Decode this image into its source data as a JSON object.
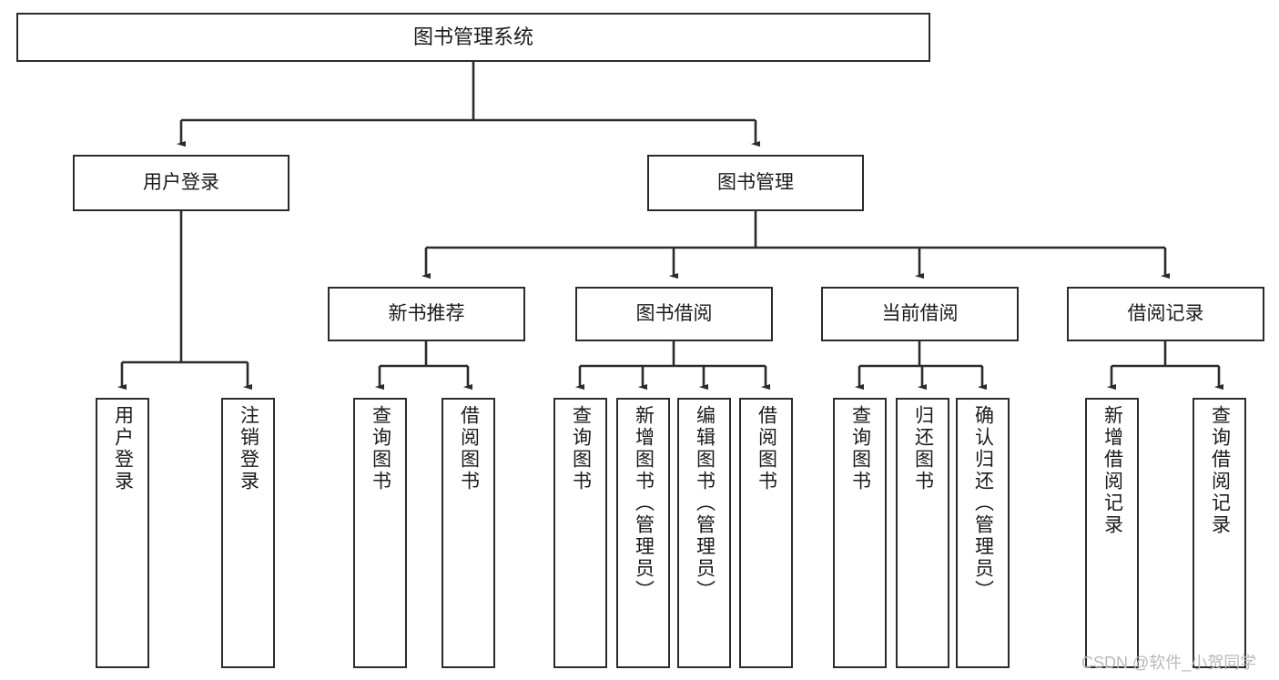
{
  "diagram": {
    "title": "图书管理系统",
    "type": "tree",
    "watermark": "CSDN @软件_小贺同学",
    "colors": {
      "box_border": "#2b2b2b",
      "box_fill": "#ffffff",
      "edge": "#2b2b2b",
      "text": "#1a1a1a",
      "watermark": "#b9b9b9",
      "background": "#ffffff"
    },
    "levels": {
      "root": {
        "label": "图书管理系统"
      },
      "level2": [
        {
          "label": "用户登录"
        },
        {
          "label": "图书管理"
        }
      ],
      "level3": [
        {
          "label": "新书推荐"
        },
        {
          "label": "图书借阅"
        },
        {
          "label": "当前借阅"
        },
        {
          "label": "借阅记录"
        }
      ],
      "leaves": {
        "user_login": [
          {
            "label": "用户登录"
          },
          {
            "label": "注销登录"
          }
        ],
        "new_book_recommend": [
          {
            "label": "查询图书"
          },
          {
            "label": "借阅图书"
          }
        ],
        "book_borrow": [
          {
            "label": "查询图书"
          },
          {
            "label": "新增图书（管理员）"
          },
          {
            "label": "编辑图书（管理员）"
          },
          {
            "label": "借阅图书"
          }
        ],
        "current_borrow": [
          {
            "label": "查询图书"
          },
          {
            "label": "归还图书"
          },
          {
            "label": "确认归还（管理员）"
          }
        ],
        "borrow_record": [
          {
            "label": "新增借阅记录"
          },
          {
            "label": "查询借阅记录"
          }
        ]
      }
    }
  }
}
